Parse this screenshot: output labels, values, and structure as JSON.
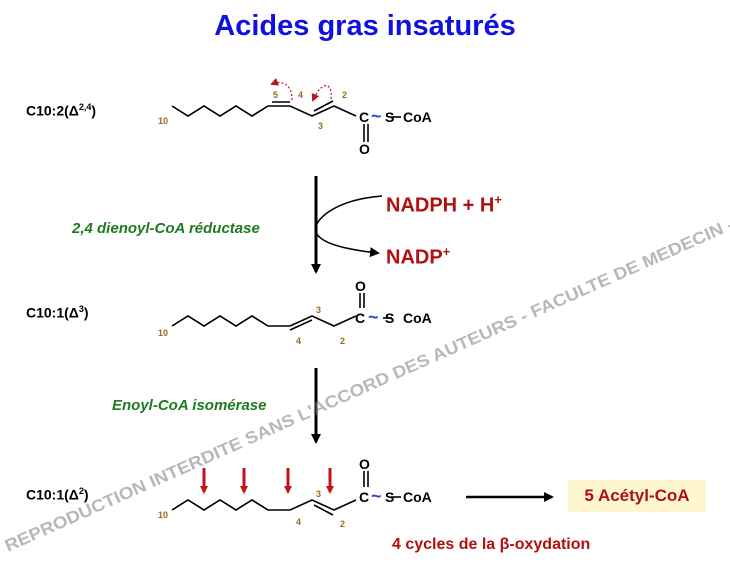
{
  "title": "Acides gras insaturés",
  "molecules": [
    {
      "label_base": "C10:2(Δ",
      "label_sup": "2,4",
      "label_tail": ")"
    },
    {
      "label_base": "C10:1(Δ",
      "label_sup": "3",
      "label_tail": ")"
    },
    {
      "label_base": "C10:1(Δ",
      "label_sup": "2",
      "label_tail": ")"
    }
  ],
  "atoms": {
    "carbon": "C",
    "oxygen": "O",
    "sulfur": "S",
    "coa": "CoA",
    "thioester": "~"
  },
  "carbon_numbers": {
    "ten": "10",
    "five": "5",
    "four": "4",
    "three": "3",
    "two": "2"
  },
  "enzymes": {
    "reductase": "2,4 dienoyl-CoA réductase",
    "isomerase": "Enoyl-CoA isomérase"
  },
  "cofactors": {
    "nadph_base": "NADPH + H",
    "nadph_sup": "+",
    "nadp_base": "NADP",
    "nadp_sup": "+"
  },
  "result": "5 Acétyl-CoA",
  "cycles": "4 cycles de la β-oxydation",
  "watermark": "REPRODUCTION INTERDITE SANS L'ACCORD DES AUTEURS - FACULTE DE MEDECIN - U",
  "colors": {
    "title": "#1010e0",
    "enzyme": "#1f7a1f",
    "cofactor": "#b01010",
    "arrow_red": "#c0141c",
    "numbers": "#9c6a1e",
    "thioester": "#2a4ad0",
    "result_bg": "#fdf6cf",
    "watermark": "#888888"
  }
}
